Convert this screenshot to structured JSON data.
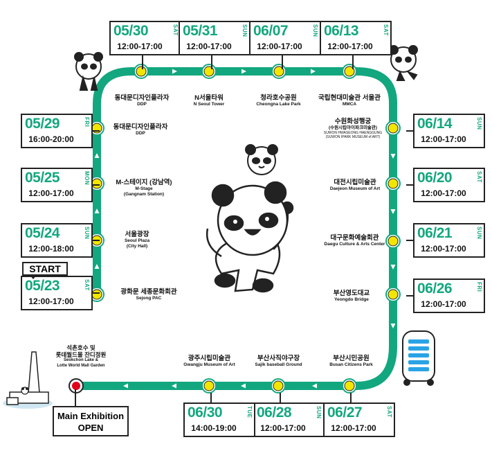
{
  "route_color": "#13a77f",
  "stop_color": "#f2e600",
  "start_color": "#e3001b",
  "start_label": "START",
  "main_open": {
    "line1": "Main Exhibition",
    "line2": "OPEN"
  },
  "final_stop": {
    "ko": "석촌호수 및",
    "ko2": "롯데월드몰 잔디정원",
    "en": "Seokchon Lake &",
    "en2": "Lotte World Mall Garden"
  },
  "stops": [
    {
      "date": "05/23",
      "day": "SAT",
      "time": "12:00-17:00",
      "ko": "광화문 세종문화회관",
      "en": "Sejong PAC"
    },
    {
      "date": "05/24",
      "day": "SUN",
      "time": "12:00-18:00",
      "ko": "서울광장",
      "en": "Seoul Plaza",
      "en2": "(City Hall)"
    },
    {
      "date": "05/25",
      "day": "MON",
      "time": "12:00-17:00",
      "ko": "M-스테이지 (강남역)",
      "en": "M-Stage",
      "en2": "(Gangnam Station)"
    },
    {
      "date": "05/29",
      "day": "FRI",
      "time": "16:00-20:00",
      "ko": "동대문디자인플라자",
      "en": "DDP"
    },
    {
      "date": "05/30",
      "day": "SAT",
      "time": "12:00-17:00",
      "ko": "동대문디자인플라자",
      "en": "DDP"
    },
    {
      "date": "05/31",
      "day": "SUN",
      "time": "12:00-17:00",
      "ko": "N서울타워",
      "en": "N Seoul Tower"
    },
    {
      "date": "06/07",
      "day": "SUN",
      "time": "12:00-17:00",
      "ko": "청라호수공원",
      "en": "Cheongna Lake Park"
    },
    {
      "date": "06/13",
      "day": "SAT",
      "time": "12:00-17:00",
      "ko": "국립현대미술관 서울관",
      "en": "MMCA"
    },
    {
      "date": "06/14",
      "day": "SUN",
      "time": "12:00-17:00",
      "ko": "수원화성행궁",
      "ko2": "(수원시립아이파크미술관)",
      "en": "SUWON HWASEONG HAENGGUNG",
      "en2": "(SUWON IPARK MUSEUM of ART)"
    },
    {
      "date": "06/20",
      "day": "SAT",
      "time": "12:00-17:00",
      "ko": "대전시립미술관",
      "en": "Daejeon Museum of Art"
    },
    {
      "date": "06/21",
      "day": "SUN",
      "time": "12:00-17:00",
      "ko": "대구문화예술회관",
      "en": "Daegu Culture & Arts Center"
    },
    {
      "date": "06/26",
      "day": "FRI",
      "time": "12:00-17:00",
      "ko": "부산영도대교",
      "en": "Yeongdo Bridge"
    },
    {
      "date": "06/27",
      "day": "SAT",
      "time": "12:00-17:00",
      "ko": "부산시민공원",
      "en": "Busan Citizens Park"
    },
    {
      "date": "06/28",
      "day": "SUN",
      "time": "12:00-17:00",
      "ko": "부산사직야구장",
      "en": "Sajik baseball Ground"
    },
    {
      "date": "06/30",
      "day": "TUE",
      "time": "14:00-19:00",
      "ko": "광주시립미술관",
      "en": "Gwangju Museum of Art"
    }
  ]
}
